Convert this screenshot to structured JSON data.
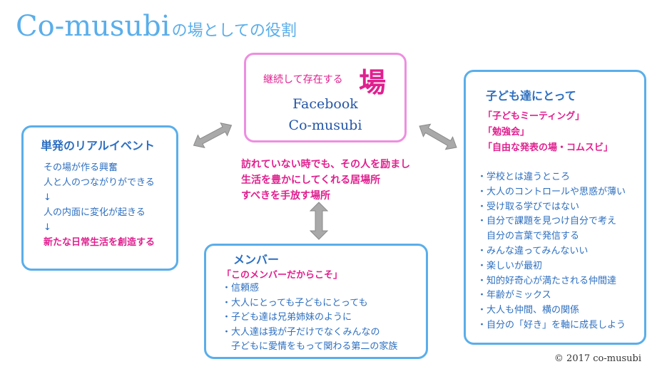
{
  "title": {
    "main": "Co-musubi",
    "sub": "の場としての役割"
  },
  "field": {
    "label": "継続して存在する",
    "big": "場",
    "line1": "Facebook",
    "line2": "Co-musubi"
  },
  "center_text": [
    "訪れていない時でも、その人を励まし",
    "生活を豊かにしてくれる居場所",
    "すべきを手放す場所"
  ],
  "event": {
    "heading": "単発のリアルイベント",
    "lines": [
      "その場が作る興奮",
      "人と人のつながりができる",
      "↓",
      "人の内面に変化が起きる",
      "↓"
    ],
    "highlight": "新たな日常生活を創造する"
  },
  "kids": {
    "heading": "子ども達にとって",
    "quotes": [
      "「子どもミーティング」",
      "「勉強会」",
      "「自由な発表の場・コムスビ」"
    ],
    "items": [
      "・学校とは違うところ",
      "・大人のコントロールや思惑が薄い",
      "・受け取る学びではない",
      "・自分で課題を見つけ自分で考え",
      "　自分の言葉で発信する",
      "・みんな違ってみんないい",
      "・楽しいが最初",
      "・知的好奇心が満たされる仲間達",
      "・年齢がミックス",
      "・大人も仲間、横の関係",
      "・自分の「好き」を軸に成長しよう"
    ]
  },
  "member": {
    "heading": "メンバー",
    "quote": "「このメンバーだからこそ」",
    "items": [
      "・信頼感",
      "・大人にとっても子どもにとっても",
      "・子ども達は兄弟姉妹のように",
      "・大人達は我が子だけでなくみんなの",
      "　子どもに愛情をもって関わる第二の家族"
    ]
  },
  "copyright": "© 2017 co-musubi",
  "colors": {
    "blue": "#5aaeea",
    "pink": "#ee8ee0",
    "magenta": "#e0208f",
    "text_blue": "#2d6fc0",
    "arrow": "#a9a9a9"
  }
}
